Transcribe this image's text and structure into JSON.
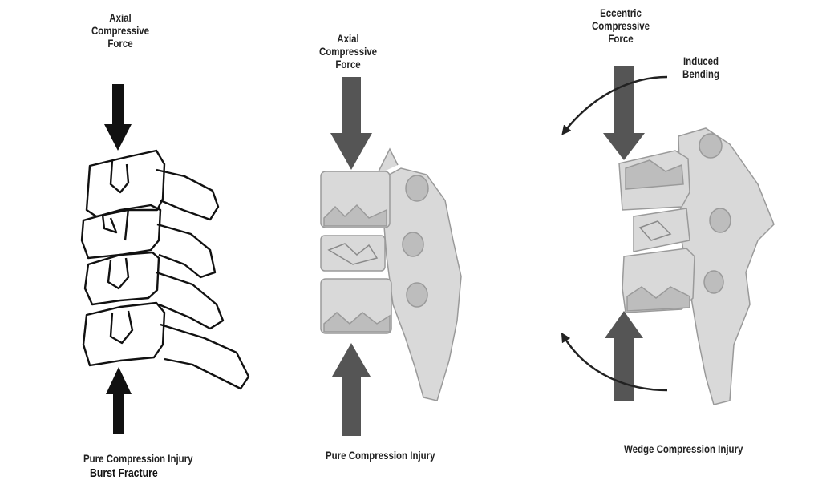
{
  "panels": {
    "left": {
      "force_label": [
        "Axial",
        "Compressive",
        "Force"
      ],
      "caption_line1": "Pure Compression Injury",
      "caption_line2": "Burst Fracture"
    },
    "middle": {
      "force_label": [
        "Axial",
        "Compressive",
        "Force"
      ],
      "caption": "Pure Compression Injury"
    },
    "right": {
      "force_label": [
        "Eccentric",
        "Compressive",
        "Force"
      ],
      "bending_label": [
        "Induced",
        "Bending"
      ],
      "caption": "Wedge Compression Injury"
    }
  },
  "colors": {
    "outline_ink": "#111111",
    "arrow_dark": "#555555",
    "bone_fill": "#d9d9d9",
    "bone_shade": "#bdbdbd",
    "bone_edge": "#9a9a9a"
  }
}
